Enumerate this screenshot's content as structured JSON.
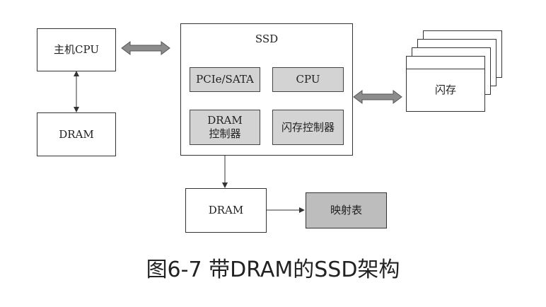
{
  "host": {
    "cpu_label": "主机CPU",
    "dram_label": "DRAM"
  },
  "ssd": {
    "title": "SSD",
    "interface_label": "PCIe/SATA",
    "cpu_label": "CPU",
    "dram_ctrl_line1": "DRAM",
    "dram_ctrl_line2": "控制器",
    "flash_ctrl_label": "闪存控制器"
  },
  "flash": {
    "label": "闪存"
  },
  "ssd_dram": {
    "label": "DRAM"
  },
  "mapping_table": {
    "label": "映射表"
  },
  "caption": "图6-7 带DRAM的SSD架构",
  "colors": {
    "module_fill": "#d3d3d3",
    "table_fill": "#bdbdbd",
    "arrow_fill": "#8c8c8c",
    "line": "#333333"
  }
}
